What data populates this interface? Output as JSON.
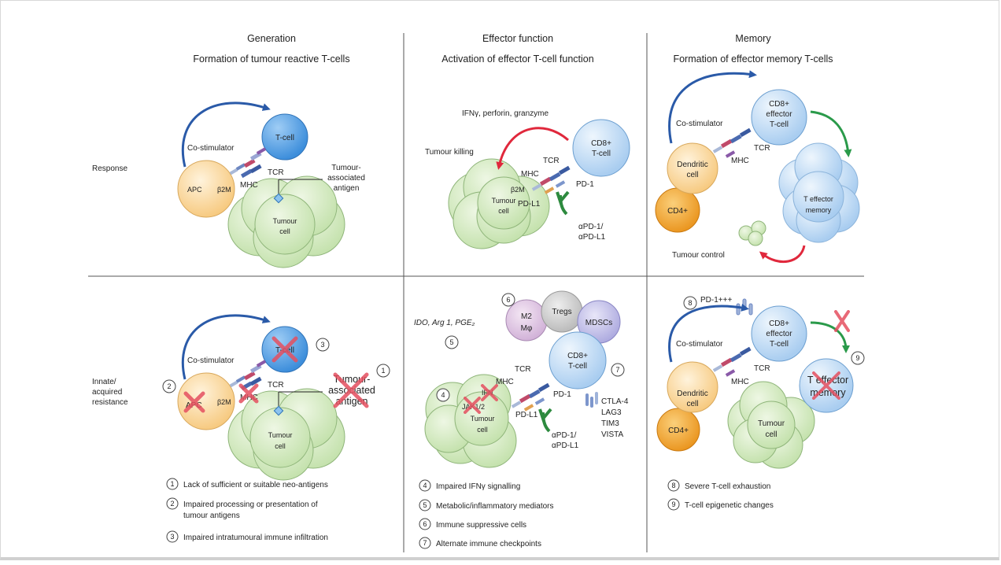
{
  "columns": [
    {
      "title": "Generation",
      "subtitle": "Formation of tumour reactive T-cells"
    },
    {
      "title": "Effector function",
      "subtitle": "Activation of effector T-cell function"
    },
    {
      "title": "Memory",
      "subtitle": "Formation of effector memory T-cells"
    }
  ],
  "rows": {
    "response": "Response",
    "resistance": [
      "Innate/",
      "acquired",
      "resistance"
    ]
  },
  "labels": {
    "tcell": "T-cell",
    "costim": "Co-stimulator",
    "apc": "APC",
    "b2m": "β2M",
    "mhc": "MHC",
    "tcr": "TCR",
    "taa": [
      "Tumour-",
      "associated",
      "antigen"
    ],
    "taa_big": [
      "Tumour-",
      "associated",
      "antigen"
    ],
    "tumour_cell": [
      "Tumour",
      "cell"
    ],
    "ifn": "IFNγ, perforin, granzyme",
    "tumour_killing": "Tumour killing",
    "cd8": [
      "CD8+",
      "T-cell"
    ],
    "pd1": "PD-1",
    "pdl1": "PD-L1",
    "apd": [
      "αPD-1/",
      "αPD-L1"
    ],
    "cd8_eff": [
      "CD8+",
      "effector",
      "T-cell"
    ],
    "dendritic": [
      "Dendritic",
      "cell"
    ],
    "cd4": "CD4+",
    "teff_mem": [
      "T effector",
      "memory"
    ],
    "teff_mem_big": [
      "T effector",
      "memory"
    ],
    "tumour_control": "Tumour control",
    "jak": "JAK1/2",
    "ifn_short": "IFN",
    "m2": [
      "M2",
      "Mφ"
    ],
    "tregs": "Tregs",
    "mdscs": "MDSCs",
    "ido": "IDO, Arg 1, PGE₂",
    "checkpoints": [
      "CTLA-4",
      "LAG3",
      "TIM3",
      "VISTA"
    ],
    "pd1pp": "PD-1+++"
  },
  "legend": {
    "col1": [
      {
        "num": "1",
        "text": [
          "Lack of sufficient or suitable neo-antigens"
        ]
      },
      {
        "num": "2",
        "text": [
          "Impaired processing or presentation of",
          "tumour antigens"
        ]
      },
      {
        "num": "3",
        "text": [
          "Impaired intratumoural immune infiltration"
        ]
      }
    ],
    "col2": [
      {
        "num": "4",
        "text": [
          "Impaired IFNγ signalling"
        ]
      },
      {
        "num": "5",
        "text": [
          "Metabolic/inflammatory mediators"
        ]
      },
      {
        "num": "6",
        "text": [
          "Immune suppressive cells"
        ]
      },
      {
        "num": "7",
        "text": [
          "Alternate immune checkpoints"
        ]
      }
    ],
    "col3": [
      {
        "num": "8",
        "text": [
          "Severe T-cell exhaustion"
        ]
      },
      {
        "num": "9",
        "text": [
          "T-cell epigenetic changes"
        ]
      }
    ]
  },
  "markers": [
    "1",
    "2",
    "3",
    "4",
    "5",
    "6",
    "7",
    "8",
    "9"
  ],
  "colors": {
    "blue_cell": "#4a9be0",
    "light_blue": "#bcdaf5",
    "apc": "#fbd9a2",
    "tumour": "#d4ebc0",
    "cd4": "#f2a52e",
    "arrow_blue": "#2a5aa8",
    "arrow_red": "#e0283c",
    "arrow_green": "#2a9a4a",
    "cross": "#e55060"
  }
}
